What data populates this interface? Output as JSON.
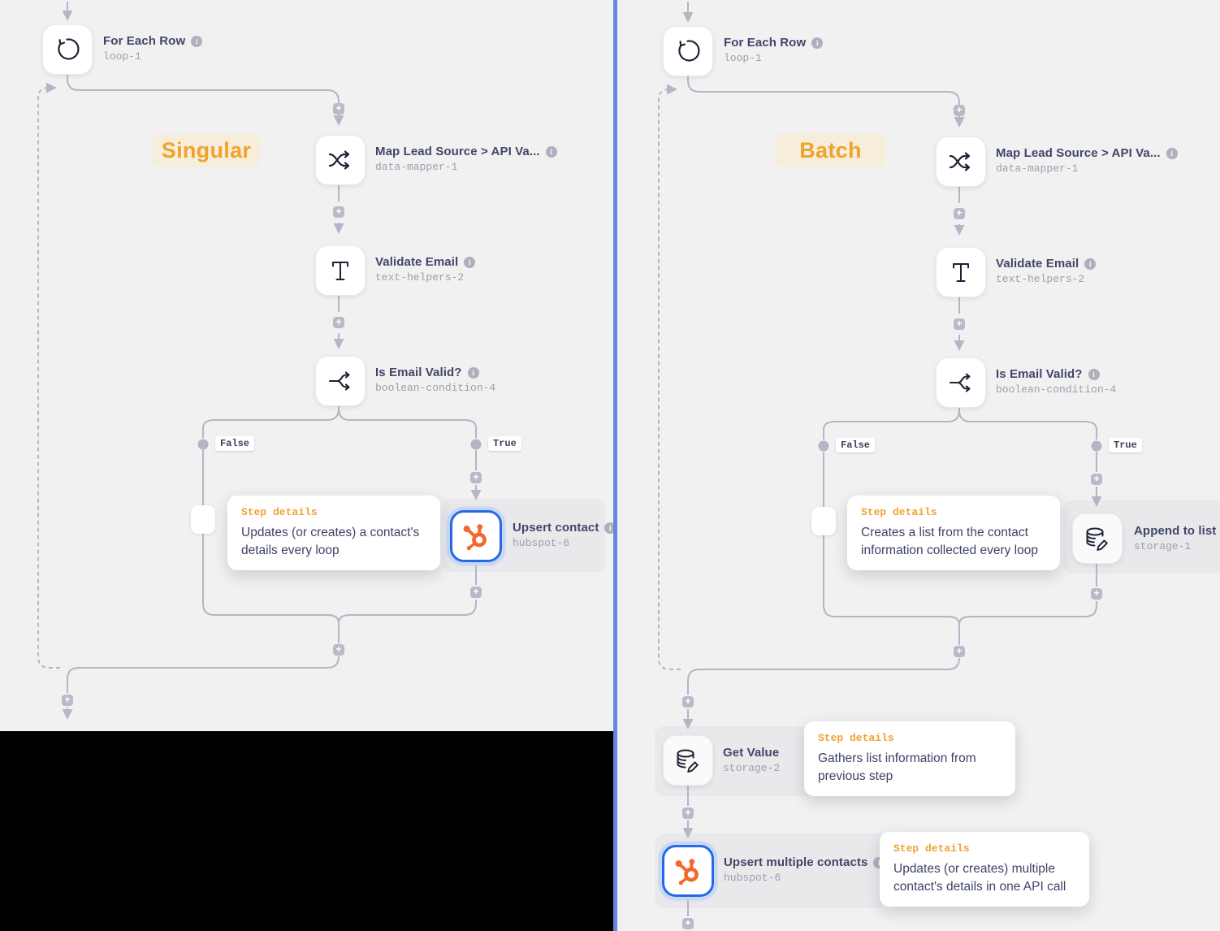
{
  "ui": {
    "plus_glyph": "+",
    "info_glyph": "i"
  },
  "colors": {
    "background": "#F1F1F2",
    "divider_blue": "#6487E3",
    "line_gray": "#B4B5C5",
    "accent_orange": "#F2A033",
    "tag_background": "#F6EEDA",
    "selected_node_blue": "#2569E8",
    "hubspot_orange": "#F4672D",
    "title_text": "#414668",
    "code_text": "#9C9EAD"
  },
  "icons": {
    "loop": "circular-arrow",
    "mapper": "shuffle-arrows",
    "validate": "serif-letter-T",
    "condition": "branch-arrows",
    "storage": "database-with-pencil",
    "hubspot": "hubspot-sprocket",
    "info": "info-circle",
    "plus": "plus-square"
  },
  "left": {
    "tag_label": "Singular",
    "loop": {
      "title": "For Each Row",
      "code": "loop-1"
    },
    "mapper": {
      "title": "Map Lead Source > API Va...",
      "code": "data-mapper-1"
    },
    "validate": {
      "title": "Validate Email",
      "code": "text-helpers-2"
    },
    "condition": {
      "title": "Is Email Valid?",
      "code": "boolean-condition-4"
    },
    "branch_false": "False",
    "branch_true": "True",
    "action": {
      "title": "Upsert contact",
      "code": "hubspot-6"
    },
    "tooltip": {
      "heading": "Step details",
      "body": "Updates (or creates) a contact's details every loop"
    }
  },
  "right": {
    "tag_label": "Batch",
    "loop": {
      "title": "For Each Row",
      "code": "loop-1"
    },
    "mapper": {
      "title": "Map Lead Source > API Va...",
      "code": "data-mapper-1"
    },
    "validate": {
      "title": "Validate Email",
      "code": "text-helpers-2"
    },
    "condition": {
      "title": "Is Email Valid?",
      "code": "boolean-condition-4"
    },
    "branch_false": "False",
    "branch_true": "True",
    "append": {
      "title": "Append to list",
      "code": "storage-1"
    },
    "append_tooltip": {
      "heading": "Step details",
      "body": "Creates a list from the contact information collected every loop"
    },
    "get_value": {
      "title": "Get Value",
      "code": "storage-2"
    },
    "get_value_tooltip": {
      "heading": "Step details",
      "body": "Gathers list information from previous step"
    },
    "upsert": {
      "title": "Upsert multiple contacts",
      "code": "hubspot-6"
    },
    "upsert_tooltip": {
      "heading": "Step details",
      "body": "Updates (or creates) multiple contact's details in one API call"
    }
  }
}
